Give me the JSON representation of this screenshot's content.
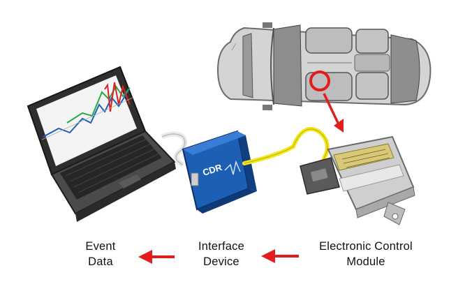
{
  "labels": {
    "event_data": {
      "line1": "Event",
      "line2": "Data"
    },
    "interface_device": {
      "line1": "Interface",
      "line2": "Device"
    },
    "ecm": {
      "line1": "Electronic Control",
      "line2": "Module"
    }
  },
  "device_brand": "CDR",
  "colors": {
    "arrow": "#e01e1e",
    "highlight_circle": "#e21b1b",
    "cable": "#f2e61c",
    "interface_box": "#1d5fb4",
    "ecm_body": "#c9c9c9",
    "ecm_label": "#d8c878",
    "car_body": "#d2d2d2",
    "laptop": "#3a3a3a"
  },
  "icons": [
    "laptop-icon",
    "car-topview-icon",
    "interface-device-icon",
    "ecm-module-icon",
    "arrow-left-icon",
    "arrow-down-icon"
  ]
}
